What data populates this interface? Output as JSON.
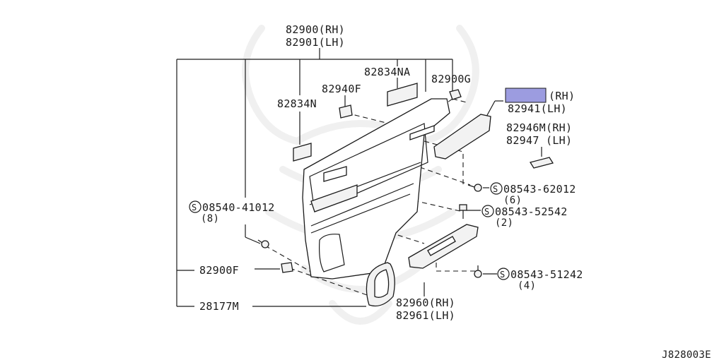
{
  "callouts": {
    "p82900": "82900(RH)",
    "p82901": "82901(LH)",
    "p82834NA": "82834NA",
    "p82900G": "82900G",
    "p82940F": "82940F",
    "p82834N": "82834N",
    "p82941_rh": "(RH)",
    "p82941_lh": "82941(LH)",
    "p82946M": "82946M(RH)",
    "p82947": "82947 (LH)",
    "s62012": "08543-62012",
    "s62012_qty": "(6)",
    "s52542": "08543-52542",
    "s52542_qty": "(2)",
    "s41012": "08540-41012",
    "s41012_qty": "(8)",
    "p82900F": "82900F",
    "s51242": "08543-51242",
    "s51242_qty": "(4)",
    "p28177M": "28177M",
    "p82960": "82960(RH)",
    "p82961": "82961(LH)",
    "screw_symbol": "S"
  },
  "redaction_color": "#9c9ce0",
  "figure_code": "J828003E"
}
